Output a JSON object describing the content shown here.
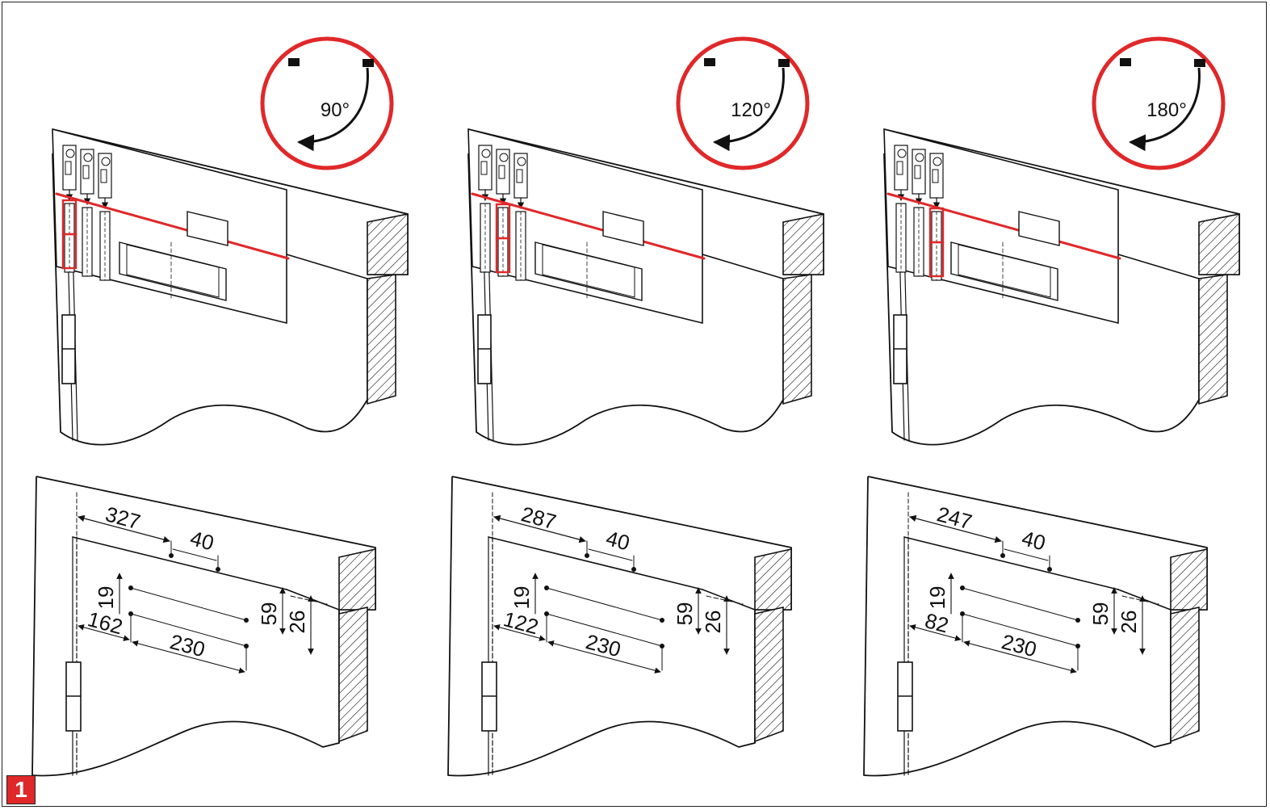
{
  "figure": {
    "number": "1",
    "accent_color": "#e0282a",
    "line_color": "#111111"
  },
  "panels": [
    {
      "angle": "90°",
      "selected_template": 1,
      "dims": {
        "top": "327",
        "spacing": "40",
        "offset_top": "19",
        "height": "59",
        "edge": "26",
        "left": "162",
        "length": "230"
      }
    },
    {
      "angle": "120°",
      "selected_template": 2,
      "dims": {
        "top": "287",
        "spacing": "40",
        "offset_top": "19",
        "height": "59",
        "edge": "26",
        "left": "122",
        "length": "230"
      }
    },
    {
      "angle": "180°",
      "selected_template": 3,
      "dims": {
        "top": "247",
        "spacing": "40",
        "offset_top": "19",
        "height": "59",
        "edge": "26",
        "left": "82",
        "length": "230"
      }
    }
  ]
}
